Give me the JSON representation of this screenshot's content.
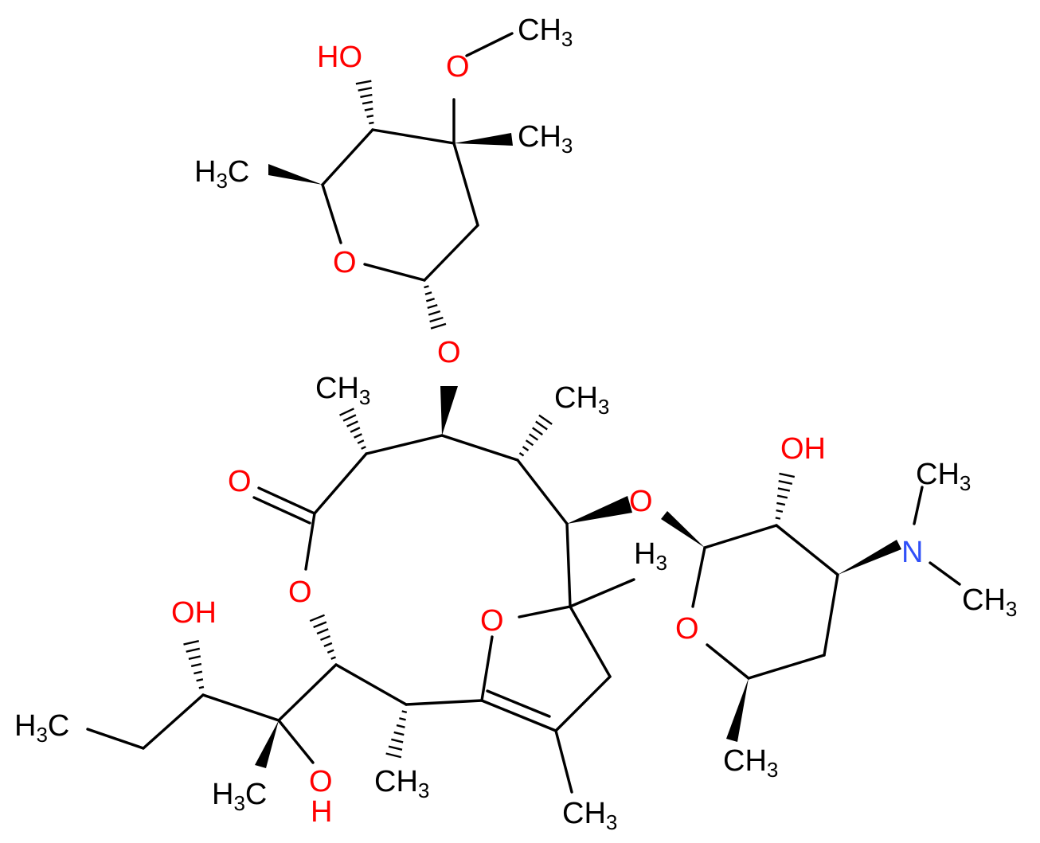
{
  "colors": {
    "bond": "#000000",
    "carbon": "#000000",
    "oxygen": "#ff0000",
    "nitrogen": "#3050f8",
    "background": "#ffffff"
  },
  "atom_labels": [
    {
      "id": "ch3_methoxy",
      "text": "CH",
      "sub": "3",
      "element": "C"
    },
    {
      "id": "o_methoxy",
      "text": "O",
      "sub": "",
      "element": "O"
    },
    {
      "id": "ho_cladinose",
      "text": "HO",
      "sub": "",
      "element": "O"
    },
    {
      "id": "ch3_quat_cladinose",
      "text": "CH",
      "sub": "3",
      "element": "C"
    },
    {
      "id": "h3c_cladinose",
      "text": "H",
      "sub": "3",
      "tail": "C",
      "element": "C"
    },
    {
      "id": "o_ring_cladinose",
      "text": "O",
      "sub": "",
      "element": "O"
    },
    {
      "id": "o_glyco_cladinose",
      "text": "O",
      "sub": "",
      "element": "O"
    },
    {
      "id": "ch3_c4",
      "text": "CH",
      "sub": "3",
      "element": "C"
    },
    {
      "id": "ch3_c6",
      "text": "CH",
      "sub": "3",
      "element": "C"
    },
    {
      "id": "o_carbonyl",
      "text": "O",
      "sub": "",
      "element": "O"
    },
    {
      "id": "o_glyco_desosamine",
      "text": "O",
      "sub": "",
      "element": "O"
    },
    {
      "id": "oh_desosamine",
      "text": "OH",
      "sub": "",
      "element": "O"
    },
    {
      "id": "ch3_n1",
      "text": "CH",
      "sub": "3",
      "element": "C"
    },
    {
      "id": "n_dimethyl",
      "text": "N",
      "sub": "",
      "element": "N"
    },
    {
      "id": "ch3_n2",
      "text": "CH",
      "sub": "3",
      "element": "C"
    },
    {
      "id": "h3_fragment",
      "text": "H",
      "sub": "3",
      "element": "C"
    },
    {
      "id": "o_lactone",
      "text": "O",
      "sub": "",
      "element": "O"
    },
    {
      "id": "oh_side",
      "text": "OH",
      "sub": "",
      "element": "O"
    },
    {
      "id": "o_ring_macro",
      "text": "O",
      "sub": "",
      "element": "O"
    },
    {
      "id": "o_ring_desosamine",
      "text": "O",
      "sub": "",
      "element": "O"
    },
    {
      "id": "h3c_ethyl",
      "text": "H",
      "sub": "3",
      "tail": "C",
      "element": "C"
    },
    {
      "id": "h3c_side",
      "text": "H",
      "sub": "3",
      "tail": "C",
      "element": "C"
    },
    {
      "id": "oh_tertiary",
      "text": "OH",
      "sub": "",
      "element": "O",
      "vertical": true
    },
    {
      "id": "ch3_c10",
      "text": "CH",
      "sub": "3",
      "element": "C"
    },
    {
      "id": "ch3_desosamine",
      "text": "CH",
      "sub": "3",
      "element": "C"
    },
    {
      "id": "ch3_vinyl",
      "text": "CH",
      "sub": "3",
      "element": "C"
    }
  ]
}
